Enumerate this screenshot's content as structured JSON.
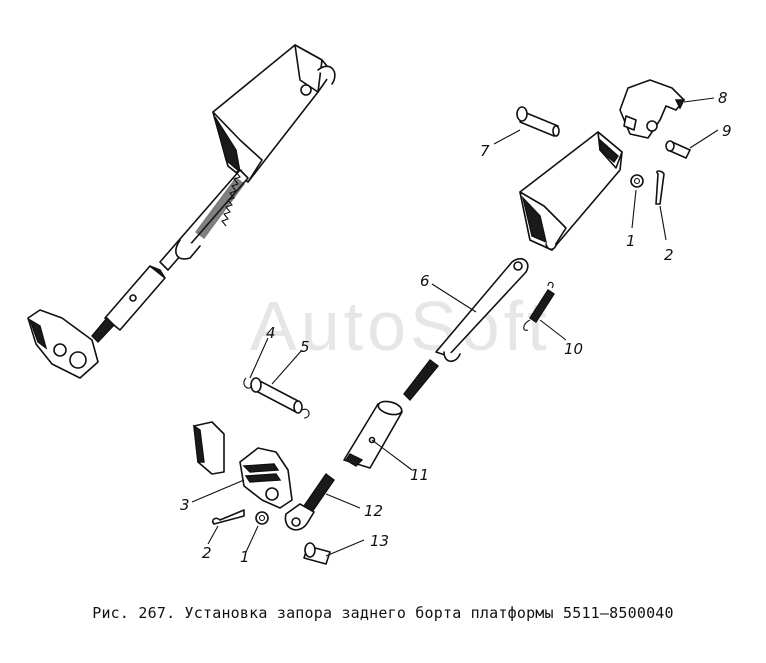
{
  "caption": "Рис. 267. Установка запора заднего борта платформы 5511—8500040",
  "watermark": "AutoSoft",
  "callouts": {
    "c1a": "1",
    "c2a": "2",
    "c3": "3",
    "c4": "4",
    "c5": "5",
    "c6": "6",
    "c7": "7",
    "c8": "8",
    "c9": "9",
    "c10": "10",
    "c11": "11",
    "c12": "12",
    "c13": "13",
    "c2b": "2",
    "c1b": "1"
  }
}
